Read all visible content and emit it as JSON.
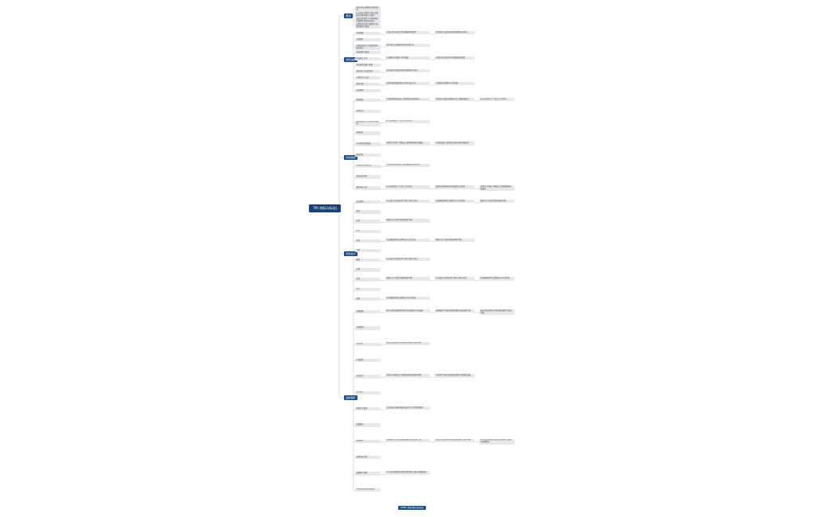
{
  "root": "TM (商标与标志)",
  "footer": "XMIND 思维导图  在此添加",
  "sections": [
    {
      "key": "s1",
      "label": "概述",
      "items": [
        "商标与标志的概念与区别说明",
        "标志的设计要求与商标注册相关的基本知识与规定",
        "商标法律保护与市场营销中的重要作用及相关要点",
        "品牌识别系统与视觉符号的整体规划与管理"
      ]
    },
    {
      "key": "s2",
      "label": "商标注册",
      "items": [
        "申请流程",
        "注册条件",
        "注册审查要点与驳回复审的相关程序",
        "商标续展与变更",
        "商标转让许可",
        "商标使用证据与管理",
        "商标异议与无效宣告",
        "注册证书与公告",
        "国际注册",
        "注意事项"
      ],
      "details": [
        "申请人提交申请文件并缴纳相关费用",
        "形式审查与实质审查的具体要求与时间",
        "初步审定公告期间的异议处理方式",
        "核准注册后颁发商标注册证书并公告",
        "注册商标有效期十年可续展"
      ]
    },
    {
      "key": "s3",
      "label": "商标使用",
      "items": [
        "使用规范",
        "使用方式",
        "商品包装与广告宣传中的使用",
        "商标标注",
        "许可使用合同备案",
        "侵权判定",
        "近似商标判断标准",
        "商标淡化保护",
        "驰名商标认定"
      ],
      "details": [
        "在核定使用的商品上使用核准注册的商标",
        "不得自行改变注册商标的文字图形或组合",
        "标注注册标记 ® 或注 以示区别",
        "使用中应保持商标的显著性与识别性",
        "未经许可在同一种商品上使用相同商标属侵权",
        "在类似商品上使用近似商标容易导致混淆"
      ]
    },
    {
      "key": "s4",
      "label": "标志设计",
      "items": [
        "设计原则",
        "简洁",
        "识别",
        "造型",
        "色彩",
        "字体",
        "图形",
        "比例",
        "应用",
        "规范",
        "延展"
      ],
      "details": [
        "标志设计应当简洁明了便于识别与记忆",
        "色彩搭配需符合品牌定位与行业特征",
        "图形与文字组合需保持视觉平衡"
      ]
    },
    {
      "key": "s5",
      "label": "品牌保护",
      "items": [
        "品牌战略",
        "市场监测",
        "维权途径",
        "行政投诉",
        "司法诉讼",
        "海关保护",
        "网络平台投诉",
        "证据保全",
        "损害赔偿",
        "品牌价值评估",
        "品牌资产管理",
        "企业内部商标管理制度"
      ],
      "details": [
        "建立完善的品牌保护体系并定期进行市场巡查",
        "发现侵权行为及时收集证据并采取法律行动",
        "通过行政途径向市场监督管理部门投诉举报",
        "向人民法院提起民事诉讼要求停止侵权并赔偿损失",
        "向海关申请知识产权备案实施边境保护措施",
        "向电商平台提交侵权投诉要求下架侵权链接",
        "企业应建立商标档案并安排专人负责管理维护"
      ]
    }
  ]
}
